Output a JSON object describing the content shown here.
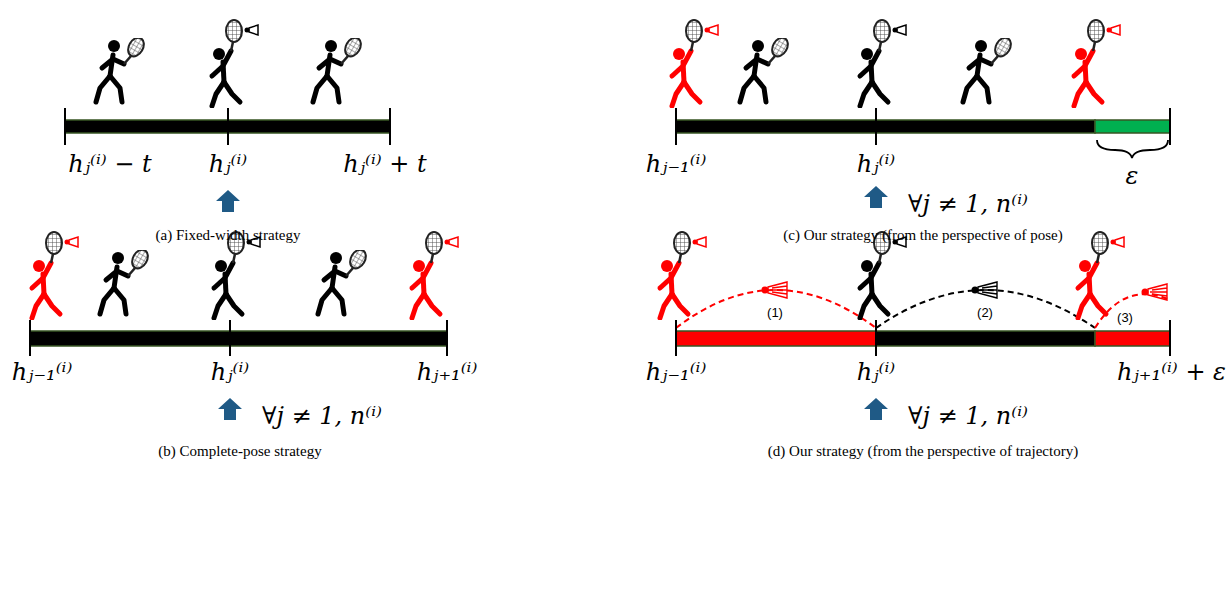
{
  "diagram": {
    "labels": [
      "hⱼ⁽ⁱ⁾ − t",
      "hⱼ⁽ⁱ⁾",
      "hⱼ⁽ⁱ⁾ + t",
      "(a) Fixed-width strategy",
      "hⱼ₋₁⁽ⁱ⁾",
      "hⱼ⁽ⁱ⁾",
      "hⱼ₊₁⁽ⁱ⁾",
      "∀j ≠ 1, n⁽ⁱ⁾",
      "(b) Complete-pose strategy",
      "hⱼ₋₁⁽ⁱ⁾",
      "hⱼ⁽ⁱ⁾",
      "ε",
      "∀j ≠ 1, n⁽ⁱ⁾",
      "(c) Our strategy (from the perspective of pose)",
      "(1)",
      "(2)",
      "(3)",
      "hⱼ₋₁⁽ⁱ⁾",
      "hⱼ⁽ⁱ⁾",
      "hⱼ₊₁⁽ⁱ⁾ + ε",
      "∀j ≠ 1, n⁽ⁱ⁾",
      "(d) Our strategy (from the perspective of trajectory)"
    ]
  }
}
